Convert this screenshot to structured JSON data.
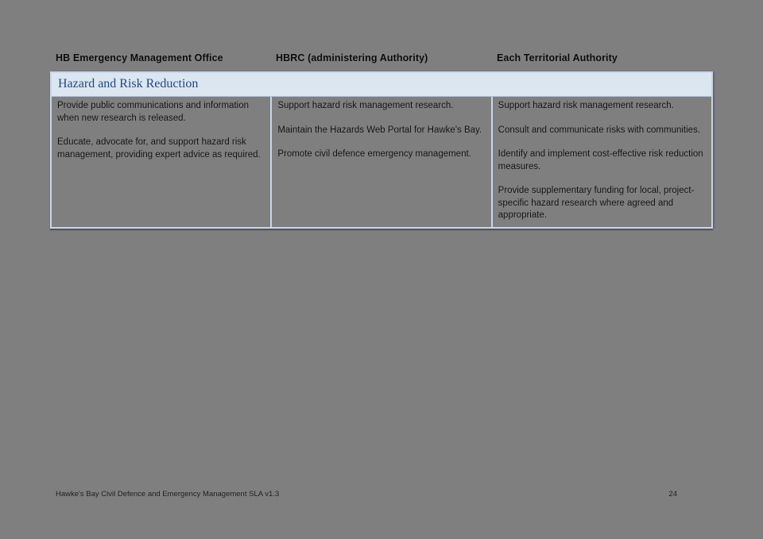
{
  "page": {
    "background": "#7f7f7f",
    "footer_left": "Hawke's Bay Civil Defence and Emergency Management SLA v1.3",
    "footer_page_number": "24"
  },
  "table": {
    "column_headers": [
      "HB Emergency Management Office",
      "HBRC (administering Authority)",
      "Each Territorial Authority"
    ],
    "section_header": "Hazard and Risk Reduction",
    "colors": {
      "band_background": "#dce6f1",
      "band_text": "#1f497d",
      "border": "#c9d7ea"
    },
    "cells": [
      {
        "paragraphs": [
          "Provide public communications and information when new research is released.",
          "Educate, advocate for, and support hazard risk management, providing expert advice as required."
        ]
      },
      {
        "paragraphs": [
          "Support hazard risk management research.",
          "Maintain the Hazards Web Portal for Hawke's Bay.",
          "Promote civil defence emergency management."
        ]
      },
      {
        "paragraphs": [
          "Support hazard risk management research.",
          "Consult and communicate risks with communities.",
          "Identify and implement cost-effective risk reduction measures.",
          "Provide supplementary funding for local, project-specific hazard research where agreed and appropriate."
        ]
      }
    ]
  }
}
